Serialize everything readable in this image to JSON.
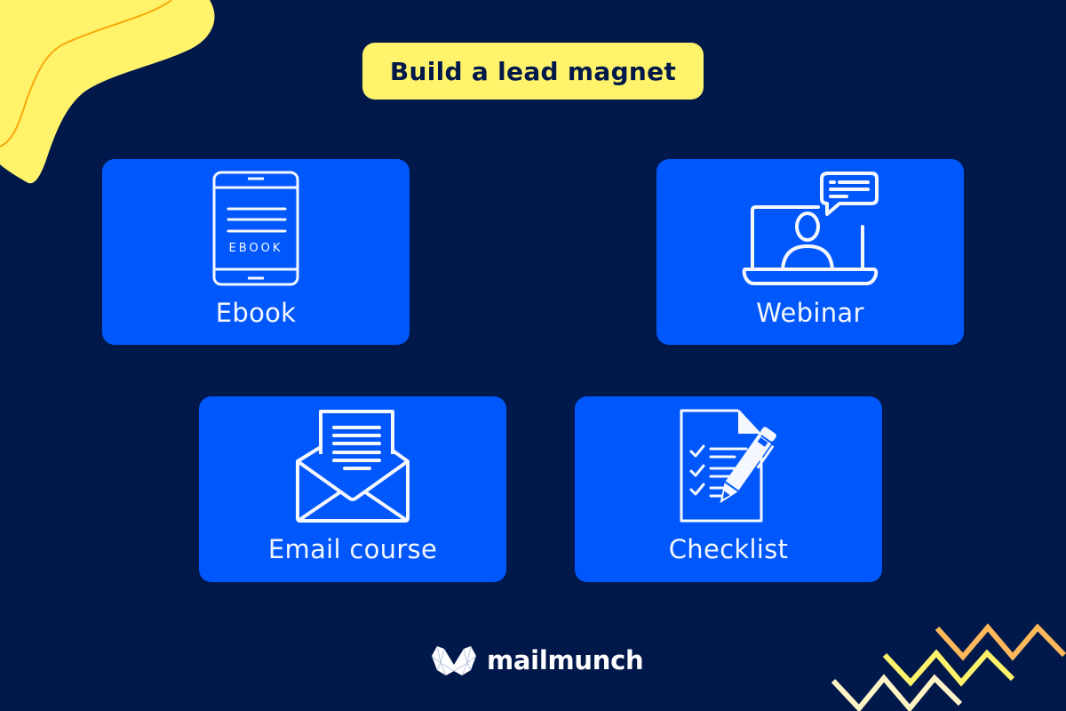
{
  "header": {
    "title": "Build a lead magnet"
  },
  "cards": [
    {
      "label": "Ebook",
      "icon": "ebook-tablet-icon",
      "icon_text": "EBOOK"
    },
    {
      "label": "Webinar",
      "icon": "webinar-laptop-icon"
    },
    {
      "label": "Email course",
      "icon": "open-envelope-letter-icon"
    },
    {
      "label": "Checklist",
      "icon": "checklist-pen-icon"
    }
  ],
  "footer": {
    "brand": "mailmunch",
    "logo_icon": "mailmunch-logo-icon"
  },
  "colors": {
    "background": "#01184a",
    "card": "#0058fc",
    "title_pill": "#fff36b",
    "blob": "#fff36b",
    "blob_line": "#f7a90b",
    "zigzag_orange": "#ffb95a",
    "zigzag_yellow": "#fff36b",
    "zigzag_cream": "#fff5c4"
  }
}
